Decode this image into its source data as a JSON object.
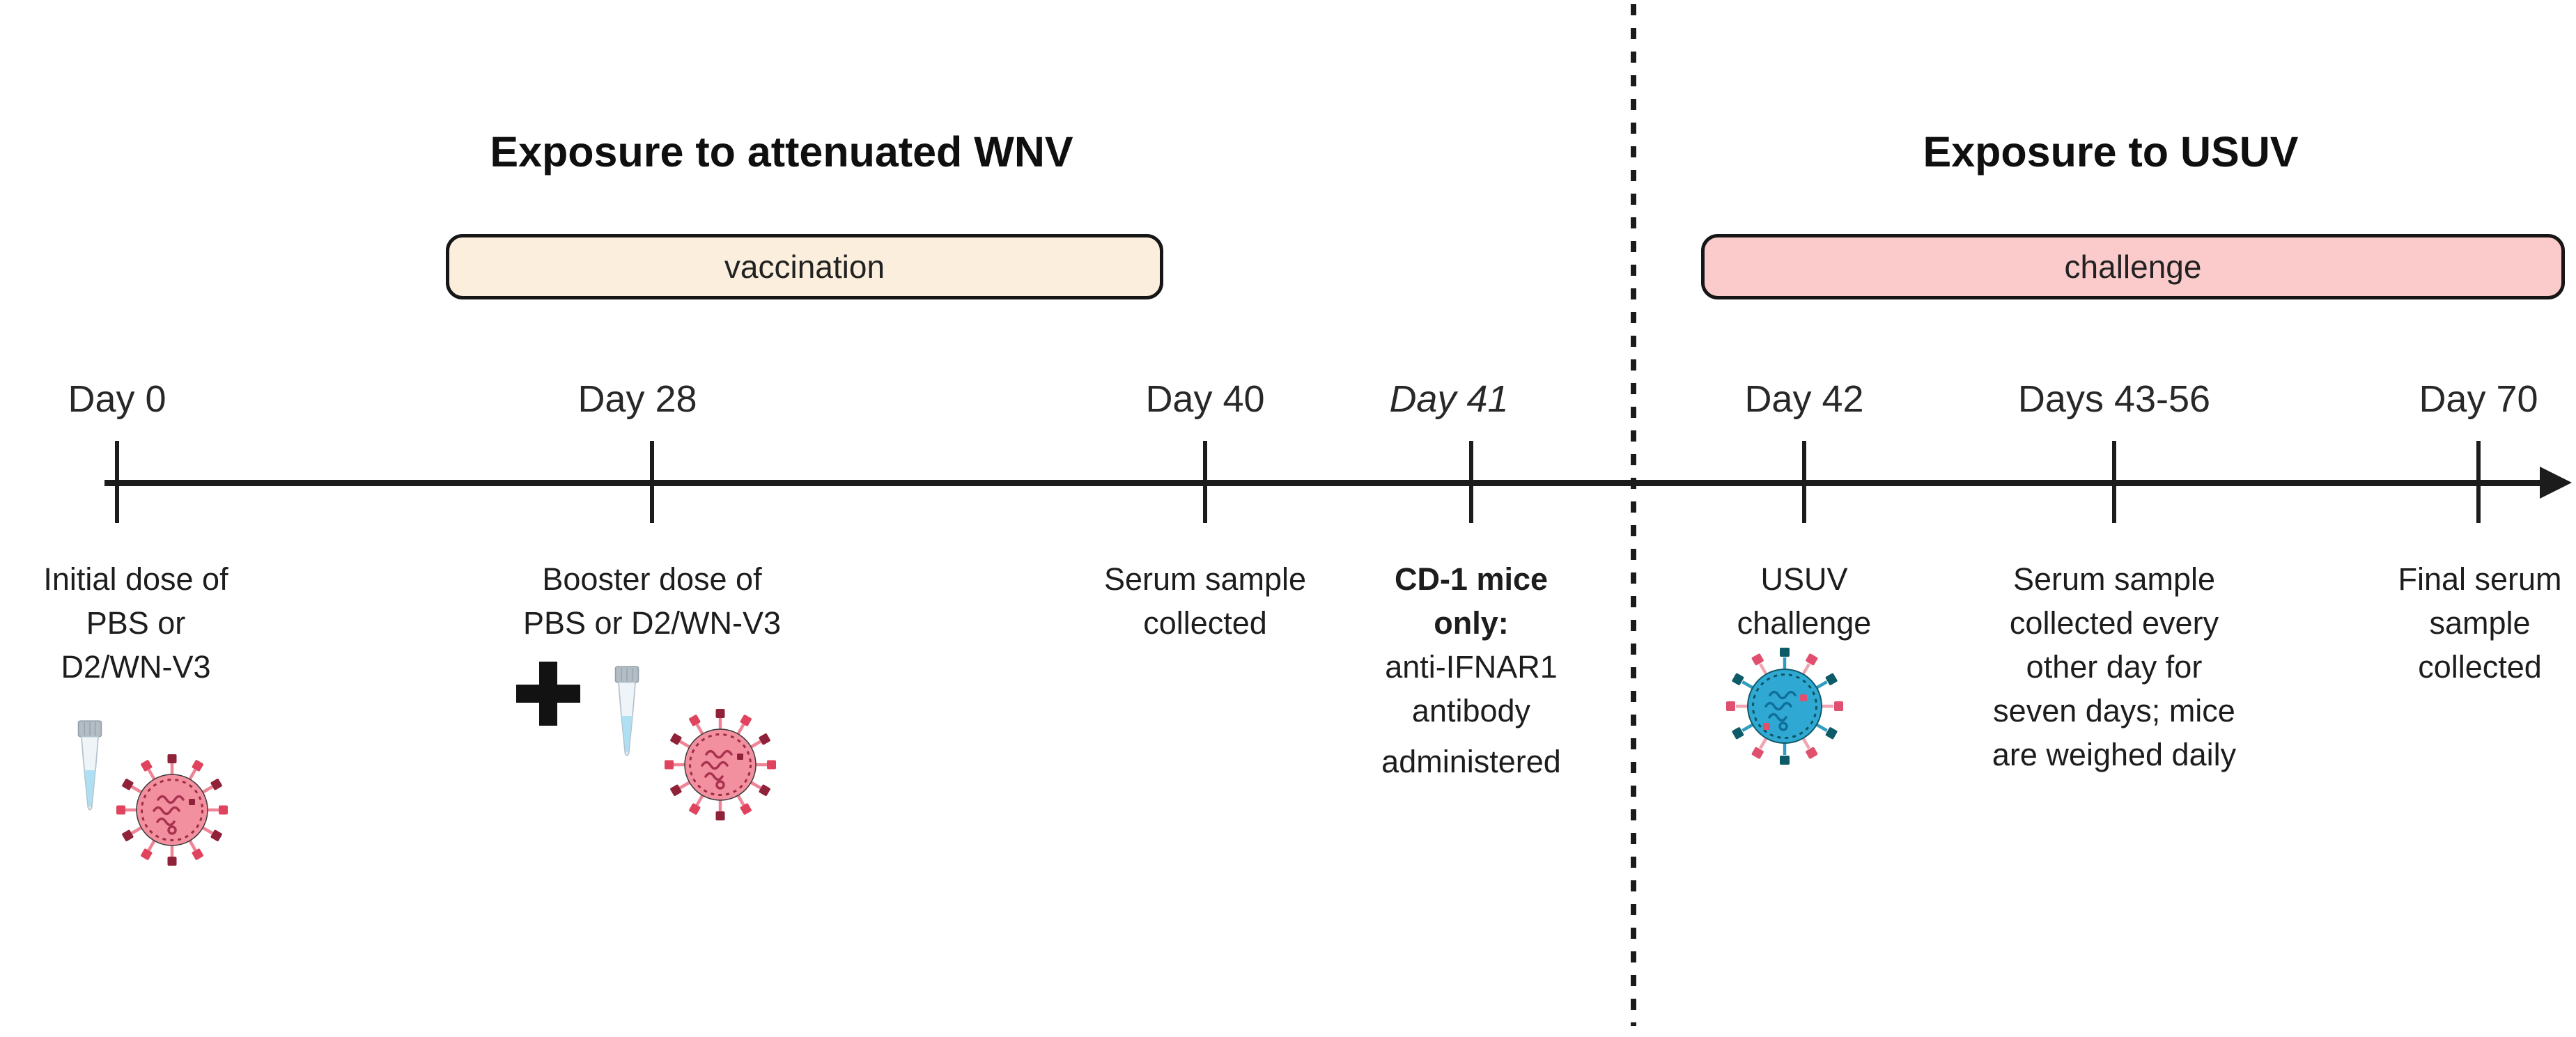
{
  "header": {
    "left_title": "Exposure to attenuated WNV",
    "right_title": "Exposure to USUV"
  },
  "bands": {
    "vaccination": {
      "label": "vaccination",
      "fill": "#fbeedd"
    },
    "challenge": {
      "label": "challenge",
      "fill": "#fbcaca"
    }
  },
  "timeline": {
    "events": [
      {
        "day": "Day 0",
        "desc_lines": [
          "Initial dose of",
          "PBS or",
          "D2/WN-V3"
        ]
      },
      {
        "day": "Day 28",
        "desc_lines": [
          "Booster dose of",
          "PBS or D2/WN-V3"
        ]
      },
      {
        "day": "Day 40",
        "desc_lines": [
          "Serum sample",
          "collected"
        ]
      },
      {
        "day": "Day 41",
        "bold_lines": [
          "CD-1 mice",
          "only:"
        ],
        "desc_lines": [
          "anti-IFNAR1",
          "antibody",
          "administered"
        ]
      },
      {
        "day": "Day 42",
        "desc_lines": [
          "USUV",
          "challenge"
        ]
      },
      {
        "day": "Days 43-56",
        "desc_lines": [
          "Serum sample",
          "collected every",
          "other day for",
          "seven days; mice",
          "are weighed daily"
        ]
      },
      {
        "day": "Day 70",
        "desc_lines": [
          "Final serum",
          "sample",
          "collected"
        ]
      }
    ]
  },
  "icons": {
    "tube": "microcentrifuge-tube-icon",
    "wnv_virus": "attenuated-wnv-virion-icon",
    "usuv_virus": "usuv-virion-icon",
    "plus": "plus-icon",
    "arrow": "timeline-arrowhead-icon"
  },
  "colors": {
    "vaccination_band_fill": "#fbeedd",
    "challenge_band_fill": "#fbcaca",
    "wnv_virus_body": "#f3909f",
    "usuv_virus_body": "#2fa9d3",
    "tube_liquid": "#aedff2",
    "line_black": "#1c1c1c"
  }
}
